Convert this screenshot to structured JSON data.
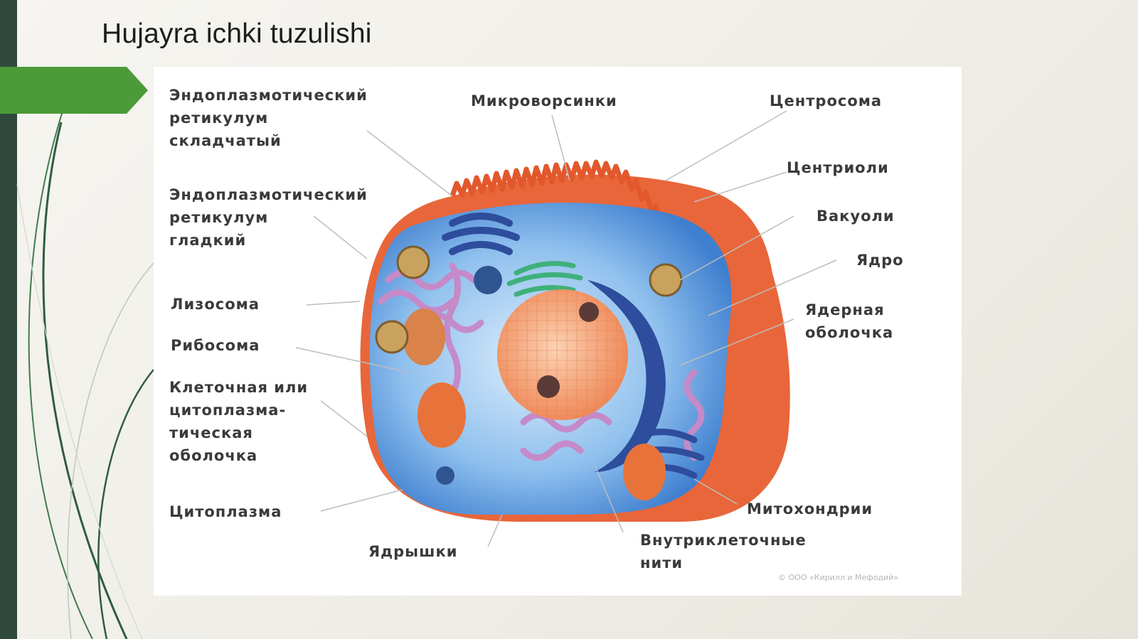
{
  "slide": {
    "title": "Hujayra ichki tuzulishi"
  },
  "diagram": {
    "labels": {
      "rough_er": "Эндоплазмотический\nретикулум\nскладчатый",
      "smooth_er": "Эндоплазмотический\nретикулум\nгладкий",
      "lysosome": "Лизосома",
      "ribosome": "Рибосома",
      "cell_membrane": "Клеточная или\nцитоплазма-\nтическая\nоболочка",
      "cytoplasm": "Цитоплазма",
      "nucleoli": "Ядрышки",
      "microvilli": "Микроворсинки",
      "centrosome": "Центросома",
      "centrioles": "Центриоли",
      "vacuoles": "Вакуоли",
      "nucleus": "Ядро",
      "nuclear_envelope": "Ядерная\nоболочка",
      "mitochondria": "Митохондрии",
      "filaments": "Внутриклеточные\nнити"
    },
    "copyright": "© ООО «Кирилл и Мефодий»",
    "colors": {
      "cytoplasm": "#5b9bd5",
      "membrane": "#e8663a",
      "nucleus": "#f29a6a",
      "er": "#c58ac8",
      "golgi": "#2e4d9c"
    }
  }
}
